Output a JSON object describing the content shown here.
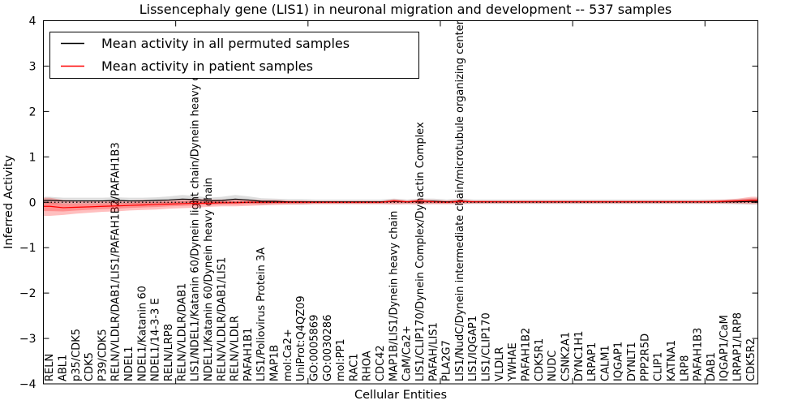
{
  "figure": {
    "title": "Lissencephaly gene (LIS1) in neuronal migration and development -- 537 samples",
    "xlabel": "Cellular Entities",
    "ylabel": "Inferred Activity"
  },
  "legend": {
    "entries": [
      {
        "label": "Mean activity in all permuted samples",
        "color": "#000000"
      },
      {
        "label": "Mean activity in patient samples",
        "color": "#ff0000"
      }
    ],
    "position": "upper left"
  },
  "colors": {
    "permuted_line": "#000000",
    "permuted_band": "rgba(0,0,0,0.13)",
    "patient_line": "#ff0000",
    "patient_band": "rgba(255,0,0,0.25)",
    "zero_line": "#000000"
  },
  "chart_data": {
    "type": "line",
    "title": "Lissencephaly gene (LIS1) in neuronal migration and development -- 537 samples",
    "xlabel": "Cellular Entities",
    "ylabel": "Inferred Activity",
    "ylim": [
      -4,
      4
    ],
    "yticks": [
      4,
      3,
      2,
      1,
      0,
      -1,
      -2,
      -3,
      -4
    ],
    "ytick_labels": [
      "4",
      "3",
      "2",
      "1",
      "0",
      "−1",
      "−2",
      "−3",
      "−4"
    ],
    "xticks_numeric": [
      10,
      20,
      30,
      40,
      50
    ],
    "grid": false,
    "legend_position": "upper left",
    "zero_line": {
      "y": 0,
      "style": "dotted",
      "color": "#000000"
    },
    "categories": [
      "RELN",
      "ABL1",
      "p35/CDK5",
      "CDK5",
      "P39/CDK5",
      "RELN/VLDLR/DAB1/LIS1/PAFAH1B2/PAFAH1B3",
      "NDEL1",
      "NDEL1/Katanin 60",
      "NDEL1/14-3-3 E",
      "RELN/LRP8",
      "RELN/VLDLR/DAB1",
      "LIS1/NDEL1/Katanin 60/Dynein light chain/Dynein heavy chain",
      "NDEL1/Katanin 60/Dynein heavy chain",
      "RELN/VLDLR/DAB1/LIS1",
      "RELN/VLDLR",
      "PAFAH1B1",
      "LIS1/Poliovirus Protein 3A",
      "MAP1B",
      "mol:Ca2+",
      "UniProt:Q4QZ09",
      "GO:0005869",
      "GO:0030286",
      "mol:PP1",
      "RAC1",
      "RHOA",
      "CDC42",
      "MAP1B/LIS1/Dynein heavy chain",
      "CaM/Ca2+",
      "LIS1/CLIP170/Dynein Complex/Dynactin Complex",
      "PAFAH/LIS1",
      "PLA2G7",
      "LIS1/NudC/Dynein intermediate chain/microtubule organizing center",
      "LIS1/IQGAP1",
      "LIS1/CLIP170",
      "VLDLR",
      "YWHAE",
      "PAFAH1B2",
      "CDK5R1",
      "NUDC",
      "CSNK2A1",
      "DYNC1H1",
      "LRPAP1",
      "CALM1",
      "IQGAP1",
      "DYNLT1",
      "PPP2R5D",
      "CLIP1",
      "KATNA1",
      "LRP8",
      "PAFAH1B3",
      "DAB1",
      "IQGAP1/CaM",
      "LRPAP1/LRP8",
      "CDK5R2"
    ],
    "series": [
      {
        "name": "Mean activity in all permuted samples",
        "color": "#000000",
        "values": [
          0.04,
          0.03,
          0.03,
          0.03,
          0.03,
          0.04,
          0.03,
          0.03,
          0.04,
          0.05,
          0.07,
          0.06,
          0.03,
          0.04,
          0.07,
          0.05,
          0.02,
          0.02,
          0.01,
          0.01,
          0.01,
          0.01,
          0.01,
          0.01,
          0.01,
          0.01,
          0.02,
          0.01,
          0.02,
          0.02,
          0.01,
          0.02,
          0.01,
          0.01,
          0.01,
          0.01,
          0.01,
          0.01,
          0.01,
          0.01,
          0.01,
          0.01,
          0.01,
          0.01,
          0.01,
          0.01,
          0.01,
          0.01,
          0.01,
          0.01,
          0.01,
          0.01,
          0.01,
          0.02
        ],
        "band_halfwidth": [
          0.08,
          0.07,
          0.07,
          0.07,
          0.07,
          0.07,
          0.07,
          0.07,
          0.07,
          0.08,
          0.09,
          0.08,
          0.07,
          0.08,
          0.09,
          0.08,
          0.07,
          0.06,
          0.06,
          0.06,
          0.05,
          0.05,
          0.05,
          0.05,
          0.05,
          0.05,
          0.06,
          0.05,
          0.06,
          0.06,
          0.05,
          0.06,
          0.05,
          0.05,
          0.05,
          0.05,
          0.05,
          0.05,
          0.05,
          0.05,
          0.05,
          0.05,
          0.05,
          0.05,
          0.05,
          0.05,
          0.05,
          0.05,
          0.05,
          0.05,
          0.05,
          0.05,
          0.06,
          0.07
        ]
      },
      {
        "name": "Mean activity in patient samples",
        "color": "#ff0000",
        "values": [
          -0.09,
          -0.12,
          -0.11,
          -0.1,
          -0.09,
          -0.08,
          -0.07,
          -0.06,
          -0.05,
          -0.04,
          -0.03,
          -0.02,
          -0.02,
          -0.01,
          -0.01,
          0.0,
          0.0,
          0.0,
          0.0,
          0.0,
          0.0,
          0.0,
          0.0,
          0.0,
          0.0,
          0.0,
          0.03,
          0.01,
          0.03,
          0.01,
          0.0,
          0.02,
          0.01,
          0.01,
          0.01,
          0.01,
          0.01,
          0.01,
          0.01,
          0.01,
          0.01,
          0.01,
          0.01,
          0.01,
          0.01,
          0.01,
          0.01,
          0.01,
          0.01,
          0.01,
          0.01,
          0.02,
          0.03,
          0.04
        ],
        "band_upper": [
          0.1,
          0.05,
          0.04,
          0.03,
          0.03,
          0.04,
          0.04,
          0.05,
          0.05,
          0.06,
          0.07,
          0.08,
          0.06,
          0.06,
          0.07,
          0.06,
          0.05,
          0.05,
          0.04,
          0.04,
          0.03,
          0.03,
          0.03,
          0.03,
          0.03,
          0.03,
          0.07,
          0.04,
          0.07,
          0.05,
          0.04,
          0.06,
          0.04,
          0.04,
          0.04,
          0.04,
          0.04,
          0.04,
          0.04,
          0.04,
          0.04,
          0.04,
          0.04,
          0.04,
          0.04,
          0.04,
          0.04,
          0.04,
          0.04,
          0.04,
          0.05,
          0.06,
          0.08,
          0.12
        ],
        "band_lower": [
          -0.3,
          -0.28,
          -0.25,
          -0.23,
          -0.21,
          -0.2,
          -0.18,
          -0.17,
          -0.16,
          -0.14,
          -0.13,
          -0.12,
          -0.1,
          -0.09,
          -0.09,
          -0.08,
          -0.07,
          -0.06,
          -0.05,
          -0.05,
          -0.04,
          -0.04,
          -0.04,
          -0.04,
          -0.04,
          -0.04,
          -0.05,
          -0.04,
          -0.05,
          -0.04,
          -0.04,
          -0.04,
          -0.03,
          -0.03,
          -0.03,
          -0.03,
          -0.03,
          -0.03,
          -0.03,
          -0.03,
          -0.03,
          -0.03,
          -0.03,
          -0.03,
          -0.03,
          -0.03,
          -0.03,
          -0.03,
          -0.03,
          -0.03,
          -0.03,
          -0.03,
          -0.03,
          -0.04
        ]
      }
    ],
    "n_samples_note": "537 samples"
  }
}
